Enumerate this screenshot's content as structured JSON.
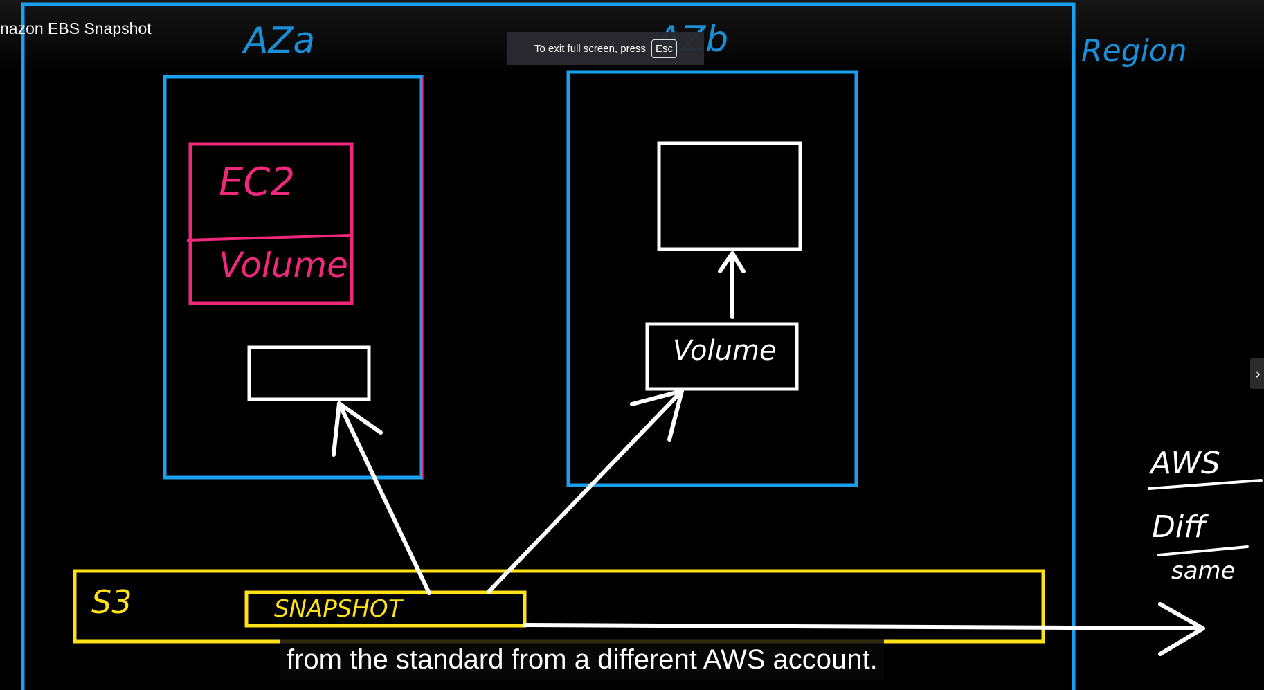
{
  "player": {
    "title": "nazon EBS Snapshot",
    "fullscreen_toast": {
      "message": "To exit full screen, press",
      "key": "Esc"
    },
    "side_panel_toggle_glyph": "›",
    "caption": "from the standard from a different AWS account."
  },
  "whiteboard": {
    "region_label": "Region",
    "az_a_label": "AZa",
    "az_b_label": "AZb",
    "ec2_label": "EC2",
    "volume_label": "Volume",
    "new_volume_label": "Volume",
    "s3_label": "S3",
    "snapshot_label": "SNAPSHOT",
    "aws_label": "AWS",
    "diff_label": "Diff",
    "same_label": "same"
  },
  "colors": {
    "region_blue": "#1aa0ef",
    "ec2_pink": "#f0287a",
    "s3_yellow": "#ffe11a",
    "ink_white": "#ffffff"
  }
}
